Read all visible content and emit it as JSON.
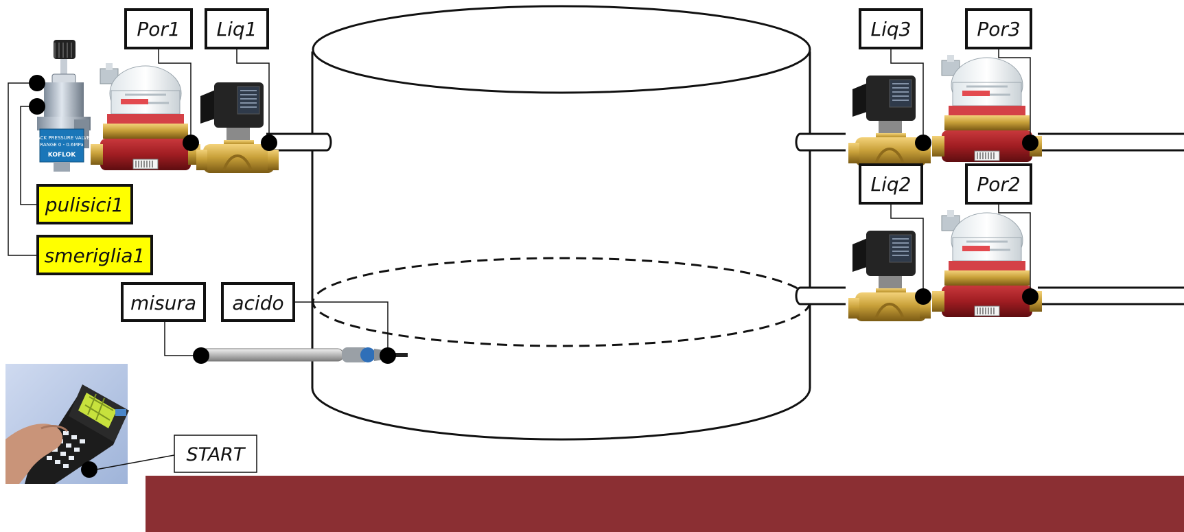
{
  "labels": {
    "por1": "Por1",
    "liq1": "Liq1",
    "liq3": "Liq3",
    "por3": "Por3",
    "liq2": "Liq2",
    "por2": "Por2",
    "pulisci1": "pulisici1",
    "smeriglia1": "smeriglia1",
    "misura": "misura",
    "acido": "acido",
    "start": "START"
  },
  "regulator_plate": {
    "line1": "BACK PRESSURE VALVE",
    "line2": "RANGE 0 - 0.6MPa",
    "brand": "KOFLOK"
  },
  "colors": {
    "highlight_fill": "#ffff00",
    "footer_bar": "#8b2f33",
    "meter_body": "#a01d22",
    "brass": "#c9a13a",
    "coil": "#1e1e1e"
  }
}
